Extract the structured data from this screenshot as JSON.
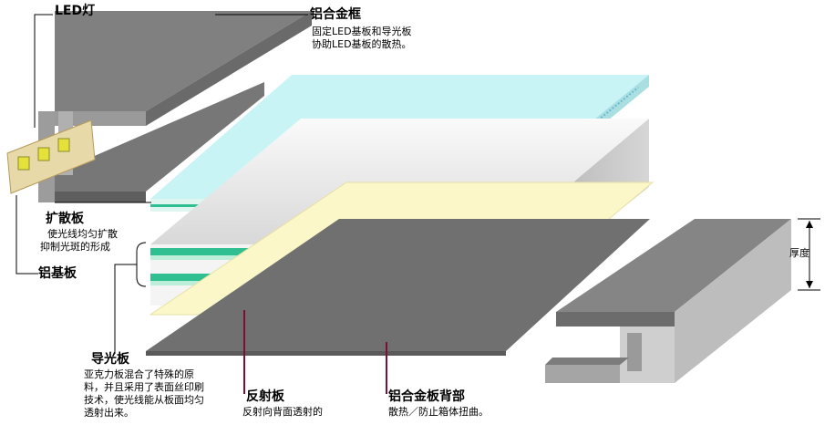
{
  "labels": {
    "led": {
      "title": "LED灯"
    },
    "frame": {
      "title": "铝合金框",
      "desc": [
        "固定LED基板和导光板",
        "协助LED基板的散热。"
      ]
    },
    "diffuser": {
      "title": "扩散板",
      "desc": [
        "使光线均匀扩散",
        "抑制光斑的形成"
      ]
    },
    "substrate": {
      "title": "铝基板"
    },
    "thickness": {
      "title": "厚度"
    },
    "lightguide": {
      "title": "导光板",
      "desc": [
        "亚克力板混合了特殊的原",
        "料，并且采用了表面丝印刷",
        "技术，使光线能从板面均匀",
        "透射出来。"
      ]
    },
    "reflector": {
      "title": "反射板",
      "desc": [
        "反射向背面透射的"
      ]
    },
    "backplate": {
      "title": "铝合金板背部",
      "desc": [
        "散热／防止箱体扭曲。"
      ]
    }
  },
  "colors": {
    "frame": "#808080",
    "frame_light": "#c8c8c8",
    "diffuser": "#c8f4f6",
    "lightguide": "#f2f2f2",
    "stripe": "#2fbf90",
    "reflector": "#fbf7c8",
    "backplate": "#707070",
    "leader": "#7a1038"
  }
}
